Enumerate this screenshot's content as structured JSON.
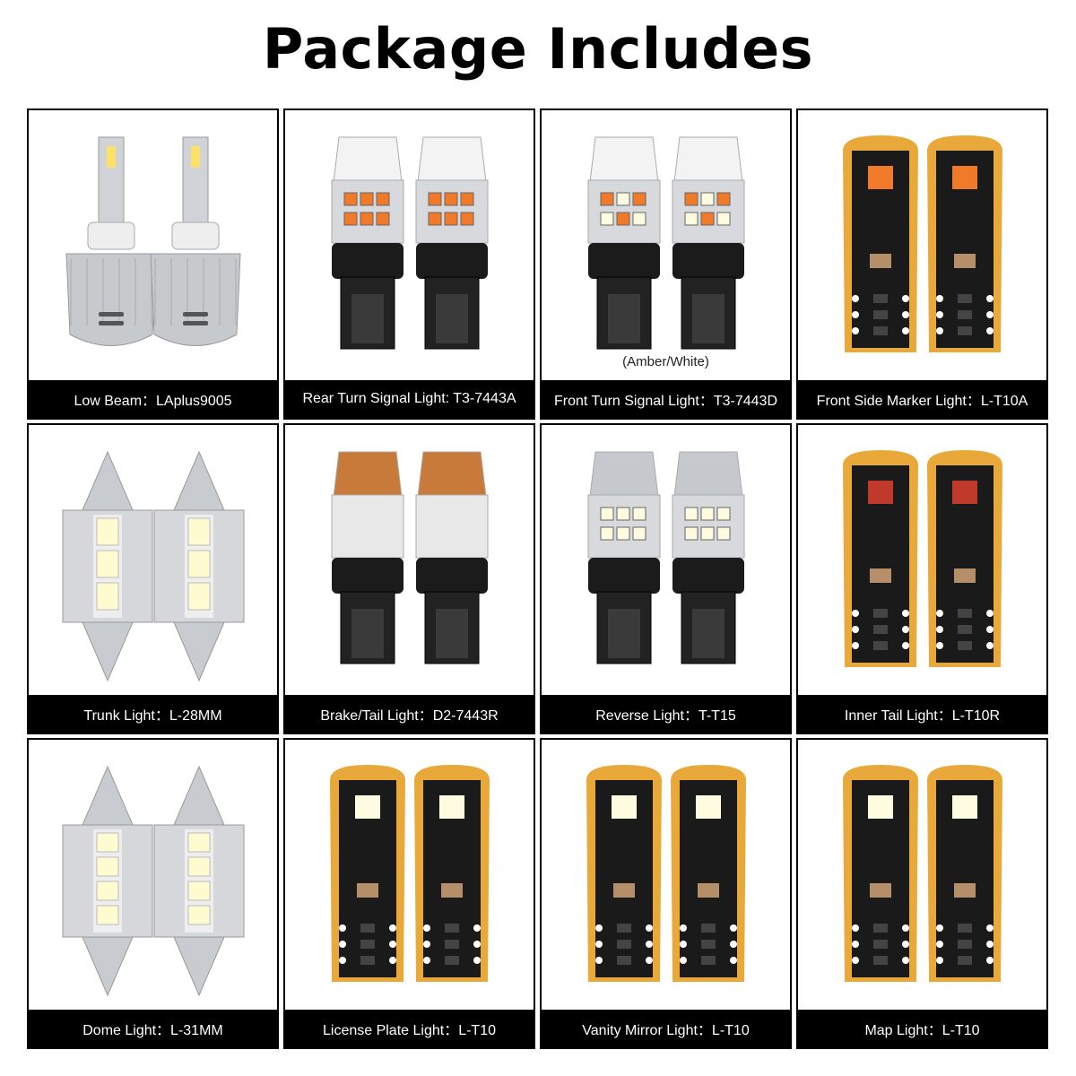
{
  "title": "Package Includes",
  "items": [
    {
      "label": "Low Beam：LAplus9005",
      "bulb": "headlight-bulb"
    },
    {
      "label": "Rear Turn Signal Light:   T3-7443A",
      "bulb": "wedge-bulb-amber"
    },
    {
      "label": "Front Turn Signal Light：T3-7443D",
      "bulb": "wedge-bulb-dual",
      "note": "(Amber/White)"
    },
    {
      "label": "Front Side Marker Light：L-T10A",
      "bulb": "t10-bulb-amber"
    },
    {
      "label": "Trunk Light：L-28MM",
      "bulb": "festoon-bulb-3"
    },
    {
      "label": "Brake/Tail Light：D2-7443R",
      "bulb": "brake-bulb"
    },
    {
      "label": "Reverse Light：T-T15",
      "bulb": "reverse-bulb"
    },
    {
      "label": "Inner Tail Light：L-T10R",
      "bulb": "t10-bulb-red"
    },
    {
      "label": "Dome Light：L-31MM",
      "bulb": "festoon-bulb-4"
    },
    {
      "label": "License Plate Light：L-T10",
      "bulb": "t10-bulb-white"
    },
    {
      "label": "Vanity Mirror Light：L-T10",
      "bulb": "t10-bulb-white"
    },
    {
      "label": "Map Light：L-T10",
      "bulb": "t10-bulb-white"
    }
  ],
  "colors": {
    "label_bg": "#000000",
    "pcb_gold": "#e8a93a",
    "pcb_black": "#1a1a1a",
    "led_amber": "#f07a2a",
    "led_white": "#fffbe0",
    "led_red": "#c0392b"
  }
}
